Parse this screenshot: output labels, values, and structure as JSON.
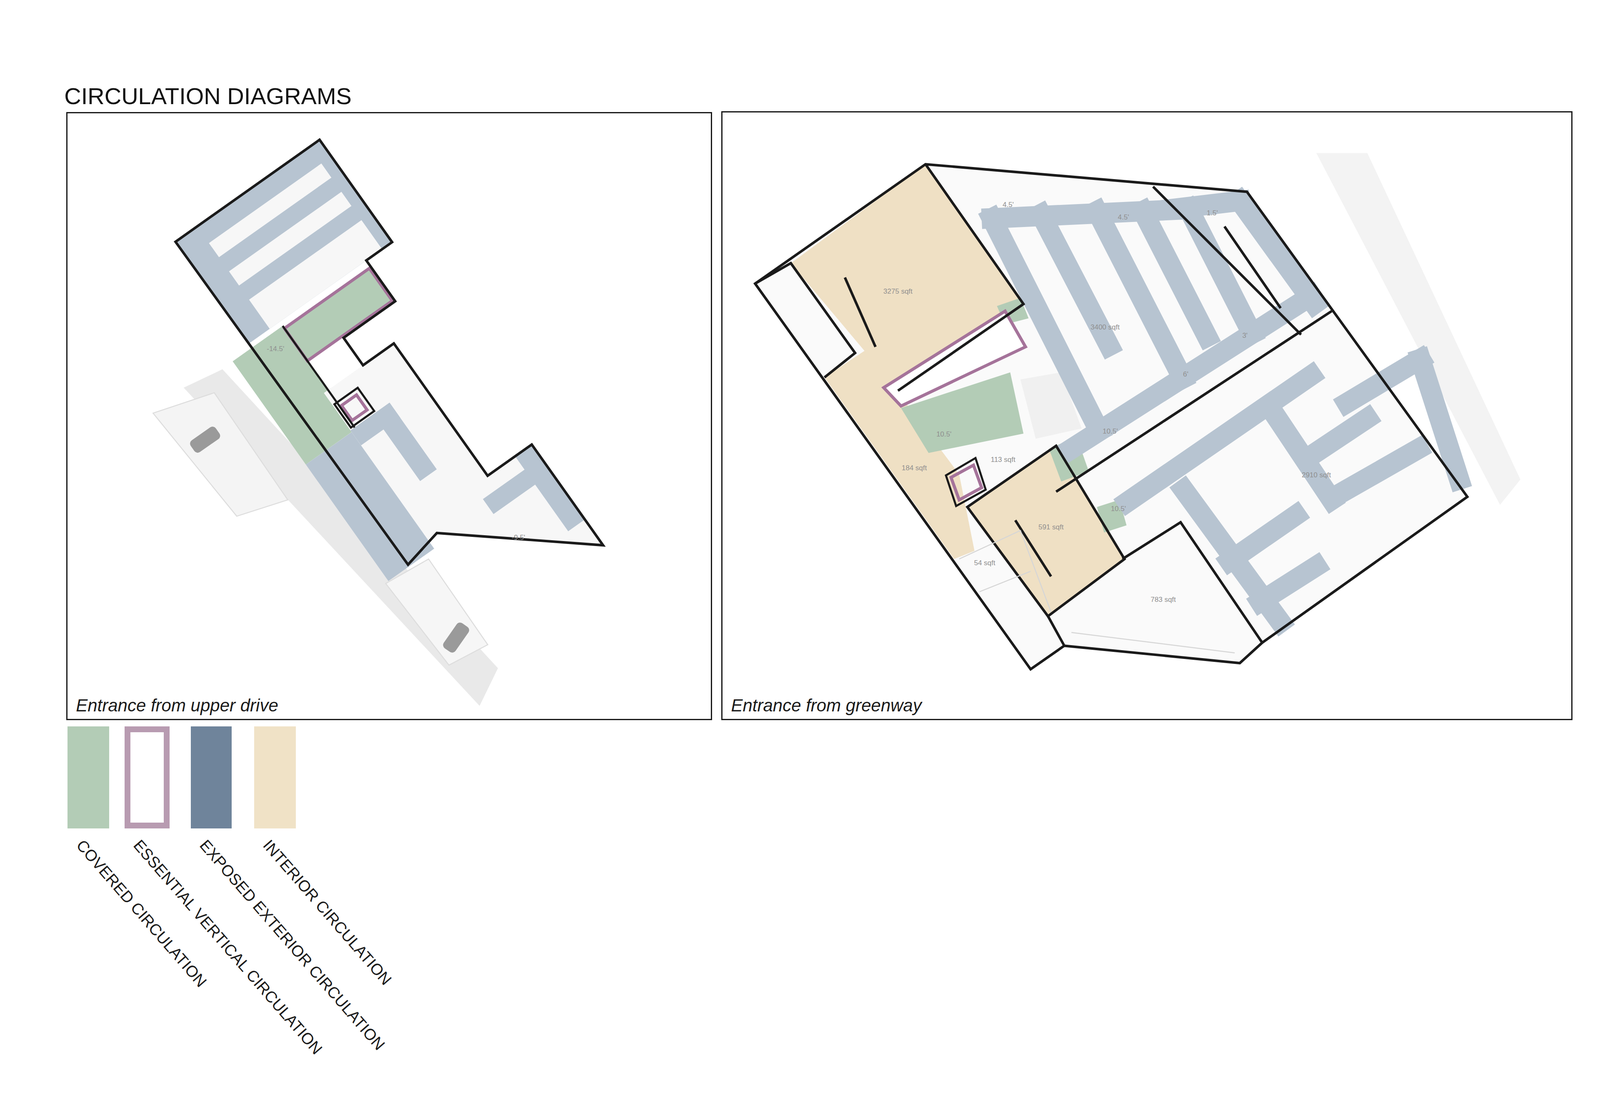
{
  "diagram": {
    "title": "CIRCULATION DIAGRAMS",
    "nodes": [
      {
        "text": [
          "Entrance from upper drive"
        ]
      },
      {
        "text": [
          "Entrance from greenway"
        ]
      }
    ],
    "labels": [
      "-14.5'",
      "-9.5'",
      "3275 sqft",
      "4.5'",
      "4.5'",
      "1.5'",
      "3400 sqft",
      "3'",
      "6'",
      "10.5'",
      "10.5'",
      "184 sqft",
      "113 sqft",
      "2910 sqft",
      "10.5'",
      "591 sqft",
      "54 sqft",
      "783 sqft"
    ],
    "legend": [
      {
        "text": "COVERED CIRCULATION",
        "color": "#b3ccb6"
      },
      {
        "text": "ESSENTIAL VERTICAL CIRCULATION"
      },
      {
        "text": "EXPOSED EXTERIOR CIRCULATION",
        "color": "#6f849b"
      },
      {
        "text": "INTERIOR CIRCULATION",
        "color": "#f0e2c6"
      }
    ]
  }
}
